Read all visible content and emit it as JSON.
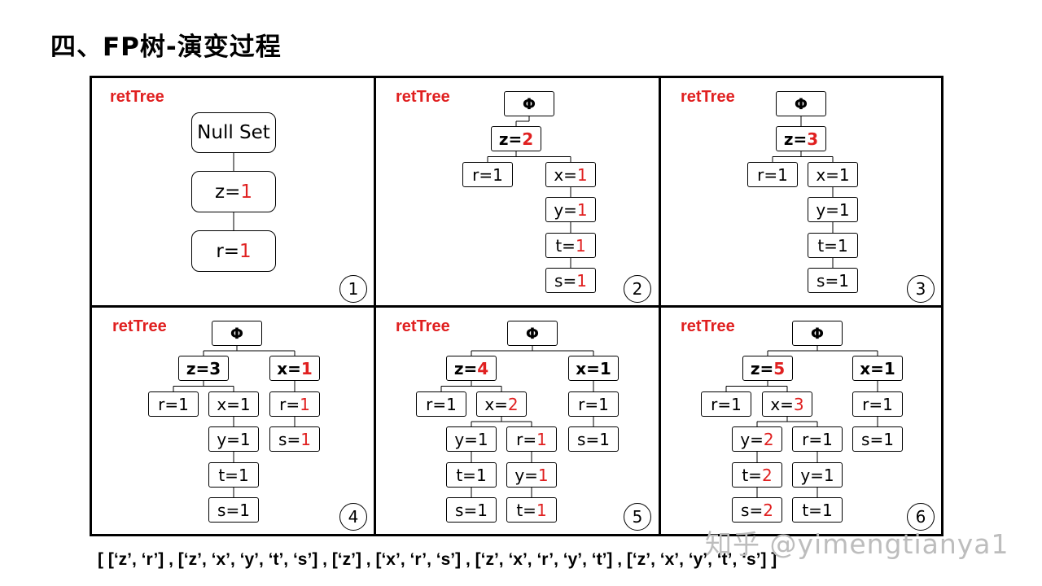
{
  "slide": {
    "title": "四、FP树-演变过程",
    "sequence": "[ [‘z’, ‘r’] , [‘z’, ‘x’, ‘y’, ‘t’, ‘s’] , [‘z’] , [‘x’, ‘r’, ‘s’] , [‘z’, ‘x’, ‘r’, ‘y’, ‘t’] , [‘z’, ‘x’, ‘y’, ‘t’, ‘s’] ]",
    "watermark": "知乎 @yimengtianya1"
  },
  "colors": {
    "highlight": "#e02020",
    "border": "#000000",
    "watermark": "#bdbdbd"
  },
  "panels": [
    {
      "label": "retTree",
      "number": "1",
      "root": "Null Set",
      "nodes": [
        {
          "name": "z",
          "value": "1",
          "updated": true,
          "parent": "root"
        },
        {
          "name": "r",
          "value": "1",
          "updated": true,
          "parent": "z"
        }
      ]
    },
    {
      "label": "retTree",
      "number": "2",
      "root": "Φ",
      "nodes": [
        {
          "name": "z",
          "value": "2",
          "updated": true,
          "parent": "root"
        },
        {
          "name": "r",
          "value": "1",
          "updated": false,
          "parent": "z"
        },
        {
          "name": "x",
          "value": "1",
          "updated": true,
          "parent": "z"
        },
        {
          "name": "y",
          "value": "1",
          "updated": true,
          "parent": "x"
        },
        {
          "name": "t",
          "value": "1",
          "updated": true,
          "parent": "y"
        },
        {
          "name": "s",
          "value": "1",
          "updated": true,
          "parent": "t"
        }
      ]
    },
    {
      "label": "retTree",
      "number": "3",
      "root": "Φ",
      "nodes": [
        {
          "name": "z",
          "value": "3",
          "updated": true,
          "parent": "root"
        },
        {
          "name": "r",
          "value": "1",
          "updated": false,
          "parent": "z"
        },
        {
          "name": "x",
          "value": "1",
          "updated": false,
          "parent": "z"
        },
        {
          "name": "y",
          "value": "1",
          "updated": false,
          "parent": "x"
        },
        {
          "name": "t",
          "value": "1",
          "updated": false,
          "parent": "y"
        },
        {
          "name": "s",
          "value": "1",
          "updated": false,
          "parent": "t"
        }
      ]
    },
    {
      "label": "retTree",
      "number": "4",
      "root": "Φ",
      "nodes": [
        {
          "name": "z",
          "value": "3",
          "updated": false,
          "parent": "root"
        },
        {
          "name": "x",
          "value": "1",
          "updated": true,
          "parent": "root"
        },
        {
          "name": "r",
          "value": "1",
          "updated": false,
          "parent": "z"
        },
        {
          "name": "x",
          "value": "1",
          "updated": false,
          "parent": "z"
        },
        {
          "name": "r",
          "value": "1",
          "updated": true,
          "parent": "x"
        },
        {
          "name": "y",
          "value": "1",
          "updated": false,
          "parent": "x"
        },
        {
          "name": "s",
          "value": "1",
          "updated": true,
          "parent": "r"
        },
        {
          "name": "t",
          "value": "1",
          "updated": false,
          "parent": "y"
        },
        {
          "name": "s",
          "value": "1",
          "updated": false,
          "parent": "t"
        }
      ]
    },
    {
      "label": "retTree",
      "number": "5",
      "root": "Φ",
      "nodes": [
        {
          "name": "z",
          "value": "4",
          "updated": true,
          "parent": "root"
        },
        {
          "name": "x",
          "value": "1",
          "updated": false,
          "parent": "root"
        },
        {
          "name": "r",
          "value": "1",
          "updated": false,
          "parent": "z"
        },
        {
          "name": "x",
          "value": "2",
          "updated": true,
          "parent": "z"
        },
        {
          "name": "r",
          "value": "1",
          "updated": false,
          "parent": "x"
        },
        {
          "name": "y",
          "value": "1",
          "updated": false,
          "parent": "x"
        },
        {
          "name": "r",
          "value": "1",
          "updated": true,
          "parent": "x"
        },
        {
          "name": "s",
          "value": "1",
          "updated": false,
          "parent": "r"
        },
        {
          "name": "t",
          "value": "1",
          "updated": false,
          "parent": "y"
        },
        {
          "name": "y",
          "value": "1",
          "updated": true,
          "parent": "r"
        },
        {
          "name": "s",
          "value": "1",
          "updated": false,
          "parent": "t"
        },
        {
          "name": "t",
          "value": "1",
          "updated": true,
          "parent": "y"
        }
      ]
    },
    {
      "label": "retTree",
      "number": "6",
      "root": "Φ",
      "nodes": [
        {
          "name": "z",
          "value": "5",
          "updated": true,
          "parent": "root"
        },
        {
          "name": "x",
          "value": "1",
          "updated": false,
          "parent": "root"
        },
        {
          "name": "r",
          "value": "1",
          "updated": false,
          "parent": "z"
        },
        {
          "name": "x",
          "value": "3",
          "updated": true,
          "parent": "z"
        },
        {
          "name": "r",
          "value": "1",
          "updated": false,
          "parent": "x"
        },
        {
          "name": "y",
          "value": "2",
          "updated": true,
          "parent": "x"
        },
        {
          "name": "r",
          "value": "1",
          "updated": false,
          "parent": "x"
        },
        {
          "name": "s",
          "value": "1",
          "updated": false,
          "parent": "r"
        },
        {
          "name": "t",
          "value": "2",
          "updated": true,
          "parent": "y"
        },
        {
          "name": "y",
          "value": "1",
          "updated": false,
          "parent": "r"
        },
        {
          "name": "s",
          "value": "2",
          "updated": true,
          "parent": "t"
        },
        {
          "name": "t",
          "value": "1",
          "updated": false,
          "parent": "y"
        }
      ]
    }
  ]
}
